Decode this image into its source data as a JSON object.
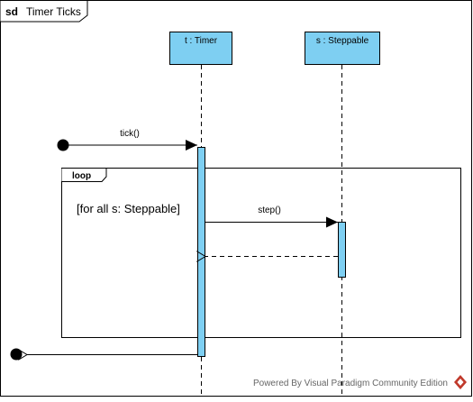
{
  "frame": {
    "keyword": "sd",
    "name": "Timer Ticks"
  },
  "lifelines": [
    {
      "id": "timer",
      "label": "t : Timer"
    },
    {
      "id": "steppable",
      "label": "s : Steppable"
    }
  ],
  "messages": {
    "tick": "tick()",
    "step": "step()"
  },
  "fragment": {
    "operator": "loop",
    "guard": "[for all s: Steppable]"
  },
  "footer": {
    "text": "Powered By  Visual Paradigm Community Edition"
  },
  "colors": {
    "lifeline_fill": "#7ecff2",
    "activation_fill": "#7ecff2",
    "stroke": "#000000",
    "frame_tab_fill": "#ffffff",
    "footer_text": "#666666",
    "logo": "#c0392b"
  }
}
